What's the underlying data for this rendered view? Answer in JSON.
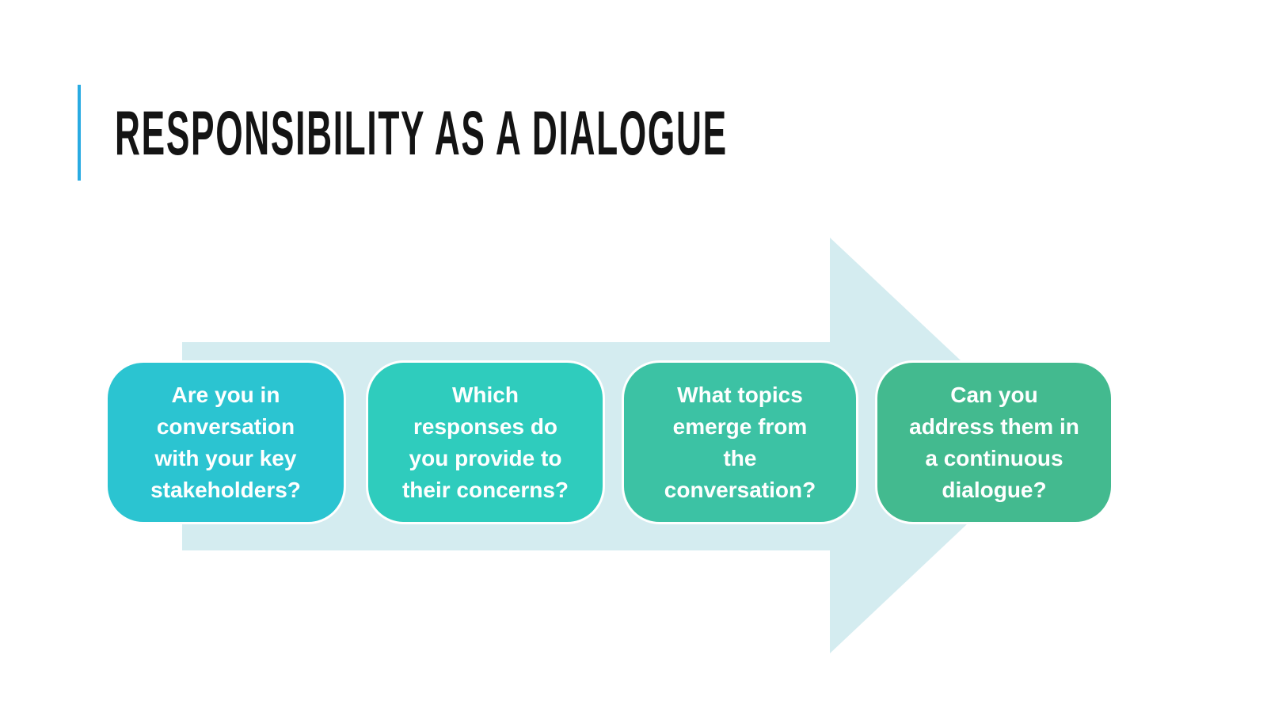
{
  "slide": {
    "title": "RESPONSIBILITY AS A DIALOGUE",
    "title_color": "#141414",
    "accent_color": "#29ABE2",
    "background_color": "#FFFFFF"
  },
  "arrow": {
    "icon": "right-arrow-shape",
    "color": "#D4ECF0"
  },
  "steps": [
    {
      "text": "Are you in\nconversation\nwith your key\nstakeholders?",
      "color": "#2BC4D1"
    },
    {
      "text": "Which\nresponses do\nyou provide to\ntheir concerns?",
      "color": "#2FCCBD"
    },
    {
      "text": "What topics\nemerge from\nthe\nconversation?",
      "color": "#3CC2A4"
    },
    {
      "text": "Can you\naddress them in\na continuous\ndialogue?",
      "color": "#43BA8F"
    }
  ]
}
